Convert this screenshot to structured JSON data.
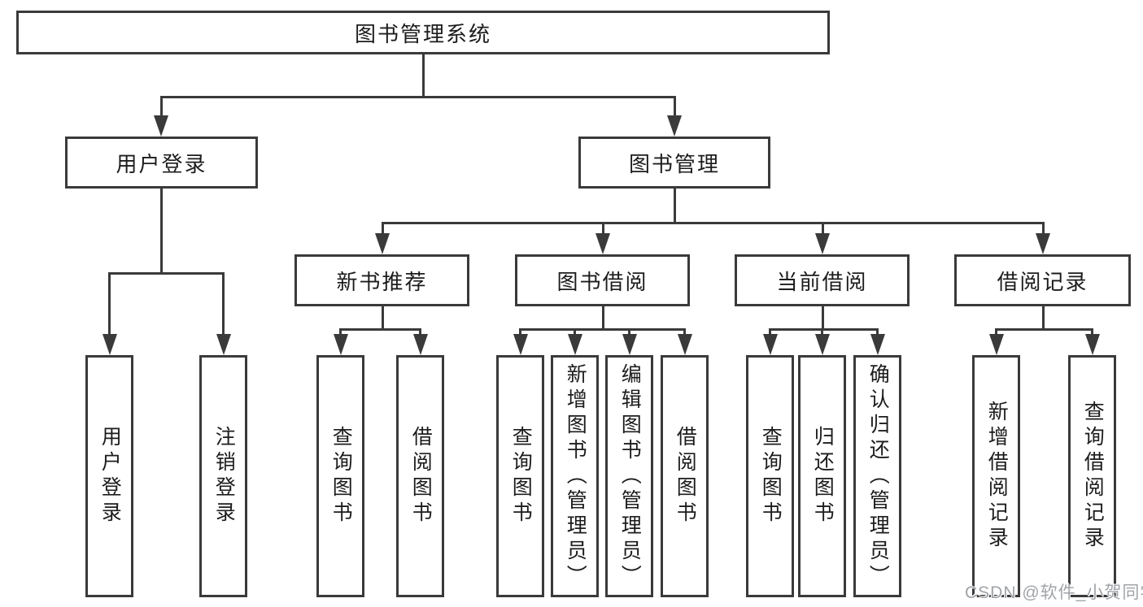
{
  "diagram": {
    "type": "hierarchy-tree",
    "root": {
      "label": "图书管理系统"
    },
    "branches": [
      {
        "label": "用户登录",
        "children": [
          {
            "label": "用户登录"
          },
          {
            "label": "注销登录"
          }
        ]
      },
      {
        "label": "图书管理",
        "children": [
          {
            "label": "新书推荐",
            "children": [
              {
                "label": "查询图书"
              },
              {
                "label": "借阅图书"
              }
            ]
          },
          {
            "label": "图书借阅",
            "children": [
              {
                "label": "查询图书"
              },
              {
                "label": "新增图书（管理员）"
              },
              {
                "label": "编辑图书（管理员）"
              },
              {
                "label": "借阅图书"
              }
            ]
          },
          {
            "label": "当前借阅",
            "children": [
              {
                "label": "查询图书"
              },
              {
                "label": "归还图书"
              },
              {
                "label": "确认归还（管理员）"
              }
            ]
          },
          {
            "label": "借阅记录",
            "children": [
              {
                "label": "新增借阅记录"
              },
              {
                "label": "查询借阅记录"
              }
            ]
          }
        ]
      }
    ]
  },
  "watermark": {
    "text": "CSDN @软件_小贺同学"
  },
  "colors": {
    "line": "#3a3a3a",
    "text": "#1c1c1c",
    "watermark": "#a0a4a8",
    "background": "#ffffff"
  }
}
